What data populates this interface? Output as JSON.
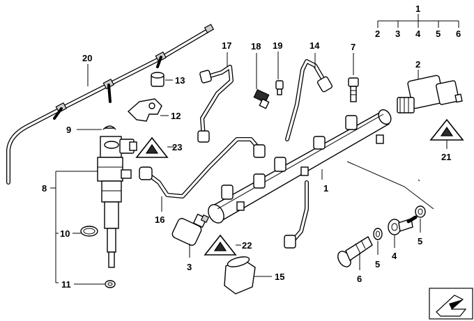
{
  "diagram": {
    "callouts": {
      "c1_top": "1",
      "c2_top": "2",
      "c3_top": "3",
      "c4_top": "4",
      "c5_top": "5",
      "c6_top": "6",
      "c2": "2",
      "c20": "20",
      "c17": "17",
      "c18": "18",
      "c19": "19",
      "c14": "14",
      "c7": "7",
      "c13": "13",
      "c12": "12",
      "c9": "9",
      "c23": "23",
      "c21": "21",
      "c8": "8",
      "c16": "16",
      "c1": "1",
      "c10": "10",
      "c22": "22",
      "c5a": "5",
      "c4": "4",
      "c3": "3",
      "c5b": "5",
      "c15": "15",
      "c6": "6",
      "c11": "11"
    }
  }
}
